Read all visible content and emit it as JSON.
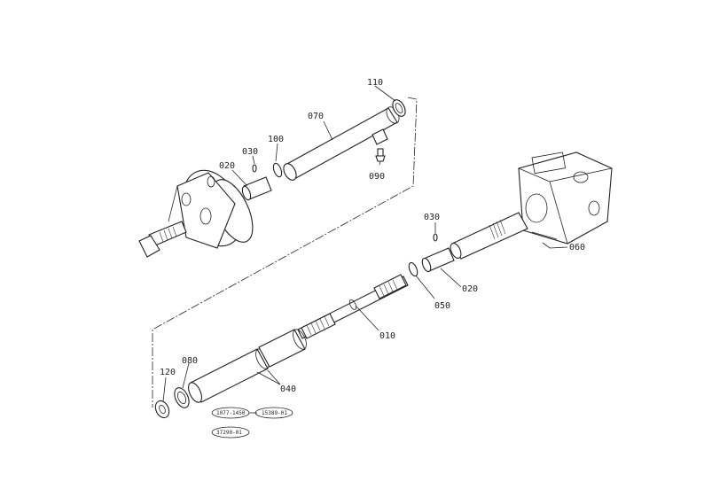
{
  "callouts": {
    "c110": "110",
    "c070": "070",
    "c100": "100",
    "c030_top": "030",
    "c020_top": "020",
    "c090": "090",
    "c030_right": "030",
    "c060_right": "060",
    "c020_right": "020",
    "c050": "050",
    "c010": "010",
    "c040": "040",
    "c120": "120",
    "c080": "080"
  },
  "part_tags": {
    "tag1": "1077-1450",
    "tag2": "15389-01",
    "tag3": "37290-01"
  },
  "colors": {
    "line": "#222222",
    "background": "#ffffff"
  }
}
